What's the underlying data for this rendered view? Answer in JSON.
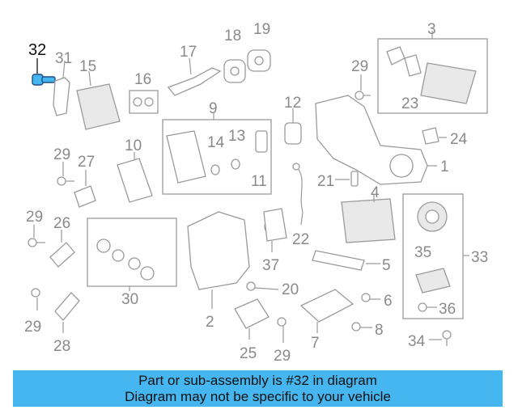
{
  "banner": {
    "line1": "Part or sub-assembly is #32 in diagram",
    "line2": "Diagram may not be specific to your vehicle"
  },
  "highlight_color": "#45b6ef",
  "highlighted_part": "32",
  "callouts": {
    "c1": "1",
    "c2": "2",
    "c3": "3",
    "c4": "4",
    "c5": "5",
    "c6": "6",
    "c7": "7",
    "c8": "8",
    "c9": "9",
    "c10": "10",
    "c11": "11",
    "c12": "12",
    "c13": "13",
    "c14": "14",
    "c15": "15",
    "c16": "16",
    "c17": "17",
    "c18": "18",
    "c19": "19",
    "c20": "20",
    "c21": "21",
    "c22": "22",
    "c23": "23",
    "c24": "24",
    "c25": "25",
    "c26": "26",
    "c27": "27",
    "c28": "28",
    "c29a": "29",
    "c29b": "29",
    "c29c": "29",
    "c29d": "29",
    "c29e": "29",
    "c30": "30",
    "c31": "31",
    "c32": "32",
    "c33": "33",
    "c34": "34",
    "c35": "35",
    "c36": "36",
    "c37": "37"
  }
}
